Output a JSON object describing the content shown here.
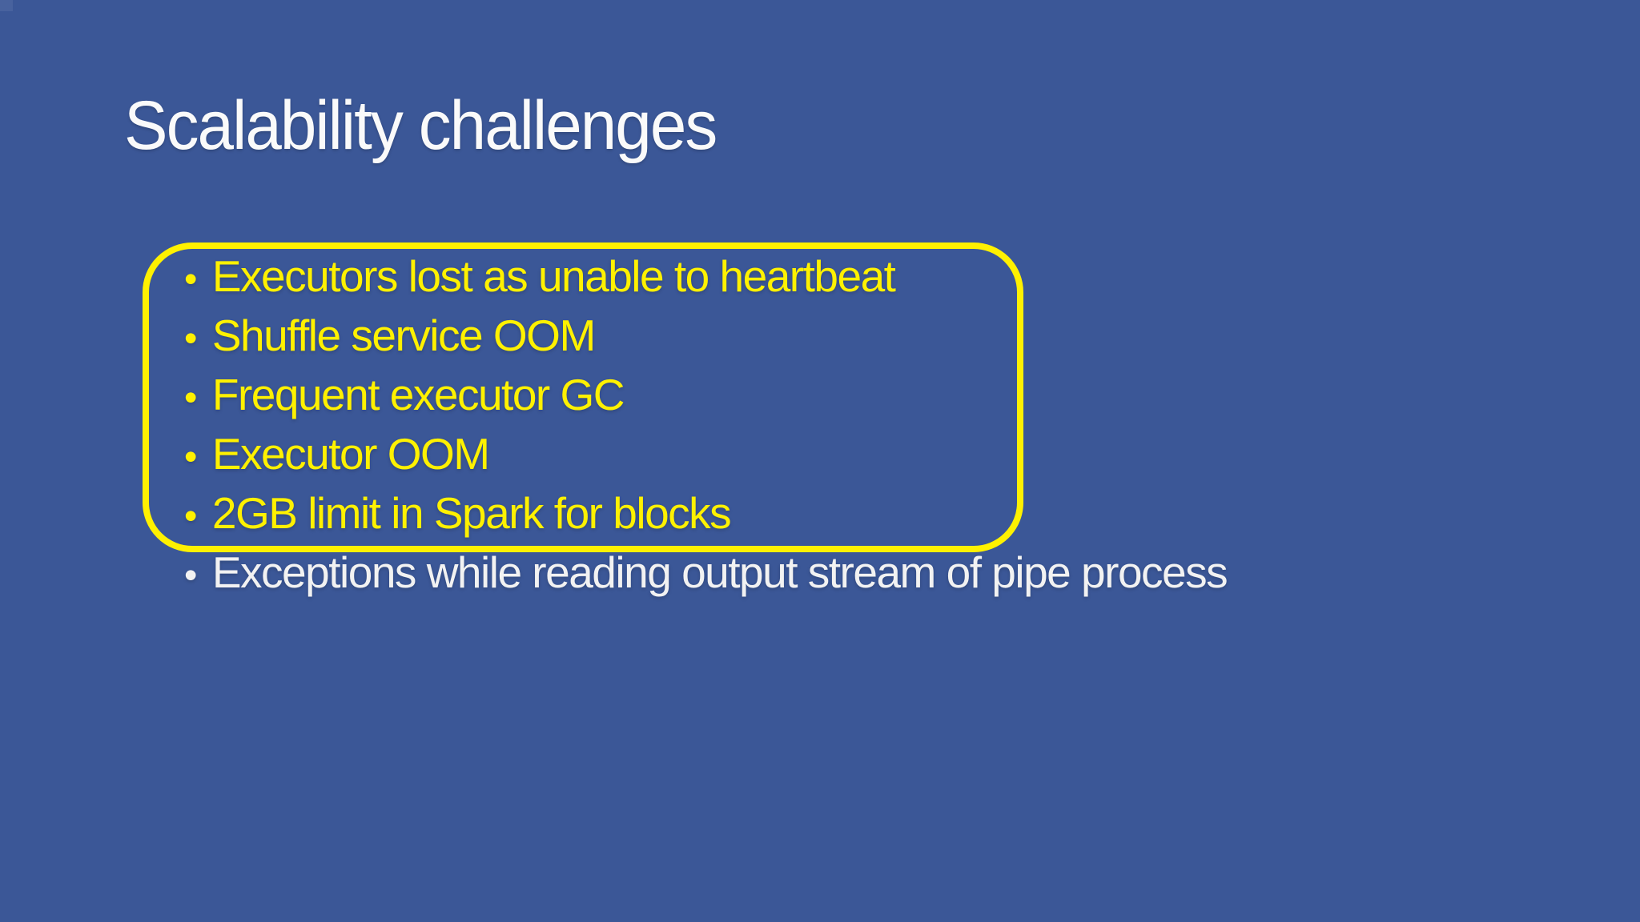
{
  "slide": {
    "title": "Scalability challenges",
    "bullet_glyph": "•",
    "bullets": [
      {
        "text": "Executors lost as unable to heartbeat",
        "highlighted": true
      },
      {
        "text": "Shuffle service OOM",
        "highlighted": true
      },
      {
        "text": "Frequent executor GC",
        "highlighted": true
      },
      {
        "text": "Executor OOM",
        "highlighted": true
      },
      {
        "text": "2GB limit in Spark for blocks",
        "highlighted": true
      },
      {
        "text": "Exceptions while reading output stream of pipe process",
        "highlighted": false
      }
    ],
    "colors": {
      "background": "#3b5797",
      "highlight_yellow": "#fff100",
      "body_text_white": "#f2f2f2",
      "title_white": "#fafafa"
    }
  }
}
